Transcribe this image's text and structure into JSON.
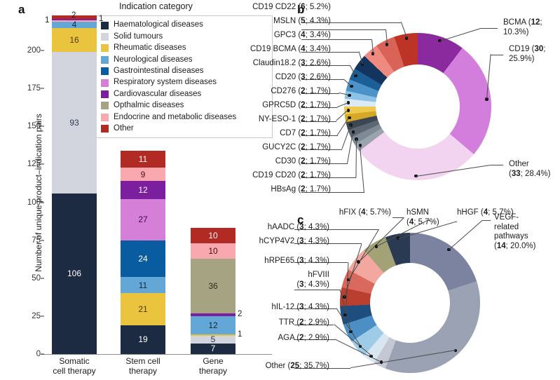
{
  "panels": {
    "a": {
      "letter": "a"
    },
    "b": {
      "letter": "b"
    },
    "c": {
      "letter": "c"
    }
  },
  "chart_data": [
    {
      "type": "bar",
      "panel": "a",
      "stacked": true,
      "title": "",
      "legend_title": "Indication category",
      "legend_position": "inside-top-right",
      "xlabel": "",
      "ylabel": "Number of unique product–indication pairs",
      "ylim": [
        0,
        225
      ],
      "yticks": [
        0,
        25,
        50,
        75,
        100,
        125,
        150,
        175,
        200
      ],
      "grid": false,
      "categories": [
        "Somatic cell therapy",
        "Stem cell therapy",
        "Gene therapy"
      ],
      "series": [
        {
          "name": "Haematological diseases",
          "color": "#1c2b42",
          "values": [
            106,
            19,
            7
          ]
        },
        {
          "name": "Solid tumours",
          "color": "#d2d5de",
          "values": [
            93,
            0,
            5
          ]
        },
        {
          "name": "Rheumatic diseases",
          "color": "#ebc43f",
          "values": [
            16,
            21,
            1
          ]
        },
        {
          "name": "Neurological diseases",
          "color": "#63a7d6",
          "values": [
            4,
            11,
            12
          ]
        },
        {
          "name": "Gastrointestinal diseases",
          "color": "#0a5ca0",
          "values": [
            0,
            24,
            0
          ]
        },
        {
          "name": "Respiratory system diseases",
          "color": "#d57fd9",
          "values": [
            0,
            27,
            0
          ]
        },
        {
          "name": "Cardiovascular diseases",
          "color": "#7b1f9e",
          "values": [
            1,
            12,
            2
          ]
        },
        {
          "name": "Opthalmic diseases",
          "color": "#a6a382",
          "values": [
            0,
            0,
            36
          ]
        },
        {
          "name": "Endocrine and metabolic diseases",
          "color": "#f8a8ae",
          "values": [
            1,
            9,
            10
          ]
        },
        {
          "name": "Other",
          "color": "#b12a24",
          "values": [
            2,
            11,
            10
          ]
        }
      ],
      "bar_totals": [
        223,
        134,
        83
      ]
    },
    {
      "type": "pie",
      "panel": "b",
      "title": "",
      "donut": true,
      "total": 116,
      "slices": [
        {
          "label": "BCMA",
          "count": 12,
          "percent": "10.3%",
          "color": "#8b2a9e"
        },
        {
          "label": "CD19",
          "count": 30,
          "percent": "25.9%",
          "color": "#d37ddc"
        },
        {
          "label": "Other",
          "count": 33,
          "percent": "28.4%",
          "color": "#f2d4f0"
        },
        {
          "label": "HBsAg",
          "count": 2,
          "percent": "1.7%",
          "color": "#9aa3ae"
        },
        {
          "label": "CD19 CD20",
          "count": 2,
          "percent": "1.7%",
          "color": "#7f8a97"
        },
        {
          "label": "CD30",
          "count": 2,
          "percent": "1.7%",
          "color": "#5c6773"
        },
        {
          "label": "GUCY2C",
          "count": 2,
          "percent": "1.7%",
          "color": "#3c4753"
        },
        {
          "label": "CD7",
          "count": 2,
          "percent": "1.7%",
          "color": "#d6a827"
        },
        {
          "label": "NY-ESO-1",
          "count": 2,
          "percent": "1.7%",
          "color": "#efc94d"
        },
        {
          "label": "GPRC5D",
          "count": 2,
          "percent": "1.7%",
          "color": "#dceaf6"
        },
        {
          "label": "CD276",
          "count": 2,
          "percent": "1.7%",
          "color": "#8cc2e5"
        },
        {
          "label": "CD20",
          "count": 3,
          "percent": "2.6%",
          "color": "#4b93c9"
        },
        {
          "label": "Claudin18.2",
          "count": 3,
          "percent": "2.6%",
          "color": "#1c5e96"
        },
        {
          "label": "CD19 BCMA",
          "count": 4,
          "percent": "3.4%",
          "color": "#12345e"
        },
        {
          "label": "GPC3",
          "count": 4,
          "percent": "3.4%",
          "color": "#ef8a80"
        },
        {
          "label": "MSLN",
          "count": 5,
          "percent": "4.3%",
          "color": "#da6358"
        },
        {
          "label": "CD19 CD22",
          "count": 6,
          "percent": "5.2%",
          "color": "#bb3426"
        }
      ]
    },
    {
      "type": "pie",
      "panel": "c",
      "title": "",
      "donut": true,
      "total": 70,
      "slices": [
        {
          "label": "VEGF-related pathways",
          "count": 14,
          "percent": "20.0%",
          "color": "#7b83a0"
        },
        {
          "label": "Other",
          "count": 25,
          "percent": "35.7%",
          "color": "#9ba2b4"
        },
        {
          "label": "AGA",
          "count": 2,
          "percent": "2.9%",
          "color": "#c5c8d4"
        },
        {
          "label": "TTR",
          "count": 2,
          "percent": "2.9%",
          "color": "#d8e6f2"
        },
        {
          "label": "hIL-12",
          "count": 3,
          "percent": "4.3%",
          "color": "#9ecbe6"
        },
        {
          "label": "hFVIII",
          "count": 3,
          "percent": "4.3%",
          "color": "#4b8fc4"
        },
        {
          "label": "hRPE65",
          "count": 3,
          "percent": "4.3%",
          "color": "#1d4e7e"
        },
        {
          "label": "hCYP4V2",
          "count": 3,
          "percent": "4.3%",
          "color": "#bb3f2f"
        },
        {
          "label": "hAADC",
          "count": 3,
          "percent": "4.3%",
          "color": "#d9685d"
        },
        {
          "label": "hFIX",
          "count": 4,
          "percent": "5.7%",
          "color": "#f3a89f"
        },
        {
          "label": "hSMN",
          "count": 4,
          "percent": "5.7%",
          "color": "#a3a276"
        },
        {
          "label": "hHGF",
          "count": 4,
          "percent": "5.7%",
          "color": "#2b3a53"
        }
      ]
    }
  ],
  "panel_a": {
    "legend_title": "Indication category",
    "y_axis_title": "Number of unique product–indication pairs",
    "y_ticks": [
      "200",
      "175",
      "150",
      "125",
      "100",
      "75",
      "50",
      "25",
      "0"
    ],
    "legend_items": [
      {
        "label": "Haematological diseases",
        "color": "#1c2b42"
      },
      {
        "label": "Solid tumours",
        "color": "#d2d5de"
      },
      {
        "label": "Rheumatic diseases",
        "color": "#ebc43f"
      },
      {
        "label": "Neurological diseases",
        "color": "#63a7d6"
      },
      {
        "label": "Gastrointestinal diseases",
        "color": "#0a5ca0"
      },
      {
        "label": "Respiratory system diseases",
        "color": "#d57fd9"
      },
      {
        "label": "Cardiovascular diseases",
        "color": "#7b1f9e"
      },
      {
        "label": "Opthalmic diseases",
        "color": "#a6a382"
      },
      {
        "label": "Endocrine and metabolic diseases",
        "color": "#f8a8ae"
      },
      {
        "label": "Other",
        "color": "#b12a24"
      }
    ],
    "x_labels": [
      "Somatic\ncell therapy",
      "Stem cell\ntherapy",
      "Gene\ntherapy"
    ],
    "bars": [
      {
        "name": "Somatic cell therapy",
        "segments": [
          {
            "value": 106,
            "text": "106",
            "color": "#1c2b42",
            "textColor": "#ffffff",
            "inside": true
          },
          {
            "value": 93,
            "text": "93",
            "color": "#d2d5de",
            "textColor": "#2b3a53",
            "inside": true
          },
          {
            "value": 16,
            "text": "16",
            "color": "#ebc43f",
            "textColor": "#4a3c06",
            "inside": true
          },
          {
            "value": 4,
            "text": "4",
            "color": "#63a7d6",
            "textColor": "#10283c",
            "inside": true
          },
          {
            "value": 1,
            "text": "1",
            "color": "#f8a8ae",
            "textColor": "#222222",
            "inside": false,
            "side": "left"
          },
          {
            "value": 1,
            "text": "1",
            "color": "#7b1f9e",
            "textColor": "#222222",
            "inside": false,
            "side": "right"
          },
          {
            "value": 2,
            "text": "2",
            "color": "#b12a24",
            "textColor": "#222222",
            "inside": false,
            "side": "top"
          }
        ]
      },
      {
        "name": "Stem cell therapy",
        "segments": [
          {
            "value": 19,
            "text": "19",
            "color": "#1c2b42",
            "textColor": "#ffffff",
            "inside": true
          },
          {
            "value": 21,
            "text": "21",
            "color": "#ebc43f",
            "textColor": "#4a3c06",
            "inside": true
          },
          {
            "value": 11,
            "text": "11",
            "color": "#63a7d6",
            "textColor": "#10283c",
            "inside": true
          },
          {
            "value": 24,
            "text": "24",
            "color": "#0a5ca0",
            "textColor": "#ffffff",
            "inside": true
          },
          {
            "value": 27,
            "text": "27",
            "color": "#d57fd9",
            "textColor": "#3b1040",
            "inside": true
          },
          {
            "value": 12,
            "text": "12",
            "color": "#7b1f9e",
            "textColor": "#ffffff",
            "inside": true
          },
          {
            "value": 9,
            "text": "9",
            "color": "#f8a8ae",
            "textColor": "#4a1014",
            "inside": true
          },
          {
            "value": 11,
            "text": "11",
            "color": "#b12a24",
            "textColor": "#ffffff",
            "inside": true
          }
        ]
      },
      {
        "name": "Gene therapy",
        "segments": [
          {
            "value": 7,
            "text": "7",
            "color": "#1c2b42",
            "textColor": "#ffffff",
            "inside": true
          },
          {
            "value": 5,
            "text": "5",
            "color": "#d2d5de",
            "textColor": "#2b3a53",
            "inside": true
          },
          {
            "value": 1,
            "text": "1",
            "color": "#ebc43f",
            "textColor": "#222222",
            "inside": false,
            "side": "right"
          },
          {
            "value": 12,
            "text": "12",
            "color": "#63a7d6",
            "textColor": "#10283c",
            "inside": true
          },
          {
            "value": 2,
            "text": "2",
            "color": "#7b1f9e",
            "textColor": "#222222",
            "inside": false,
            "side": "right"
          },
          {
            "value": 36,
            "text": "36",
            "color": "#a6a382",
            "textColor": "#31301e",
            "inside": true
          },
          {
            "value": 10,
            "text": "10",
            "color": "#f8a8ae",
            "textColor": "#4a1014",
            "inside": true
          },
          {
            "value": 10,
            "text": "10",
            "color": "#b12a24",
            "textColor": "#ffffff",
            "inside": true
          }
        ]
      }
    ]
  },
  "panel_b": {
    "labels_left": [
      "CD19 CD22 (6; 5.2%)",
      "MSLN (5; 4.3%)",
      "GPC3 (4; 3.4%)",
      "CD19 BCMA (4; 3.4%)",
      "Claudin18.2 (3; 2.6%)",
      "CD20 (3; 2.6%)",
      "CD276 (2; 1.7%)",
      "GPRC5D (2; 1.7%)",
      "NY-ESO-1 (2; 1.7%)",
      "CD7 (2; 1.7%)",
      "GUCY2C (2; 1.7%)",
      "CD30 (2; 1.7%)",
      "CD19 CD20 (2; 1.7%)",
      "HBsAg (2; 1.7%)"
    ],
    "labels_right": [
      "BCMA (12; 10.3%)",
      "CD19 (30; 25.9%)",
      "Other (33; 28.4%)"
    ]
  },
  "panel_c": {
    "labels_left": [
      "hAADC (3; 4.3%)",
      "hCYP4V2 (3; 4.3%)",
      "hRPE65 (3; 4.3%)",
      "hFVIII (3; 4.3%)",
      "hIL-12 (3; 4.3%)",
      "TTR (2; 2.9%)",
      "AGA (2; 2.9%)",
      "Other (25; 35.7%)"
    ],
    "labels_top": [
      "hFIX (4; 5.7%)",
      "hSMN (4; 5.7%)",
      "hHGF (4; 5.7%)"
    ],
    "labels_right": [
      "VEGF-related pathways (14; 20.0%)"
    ]
  }
}
